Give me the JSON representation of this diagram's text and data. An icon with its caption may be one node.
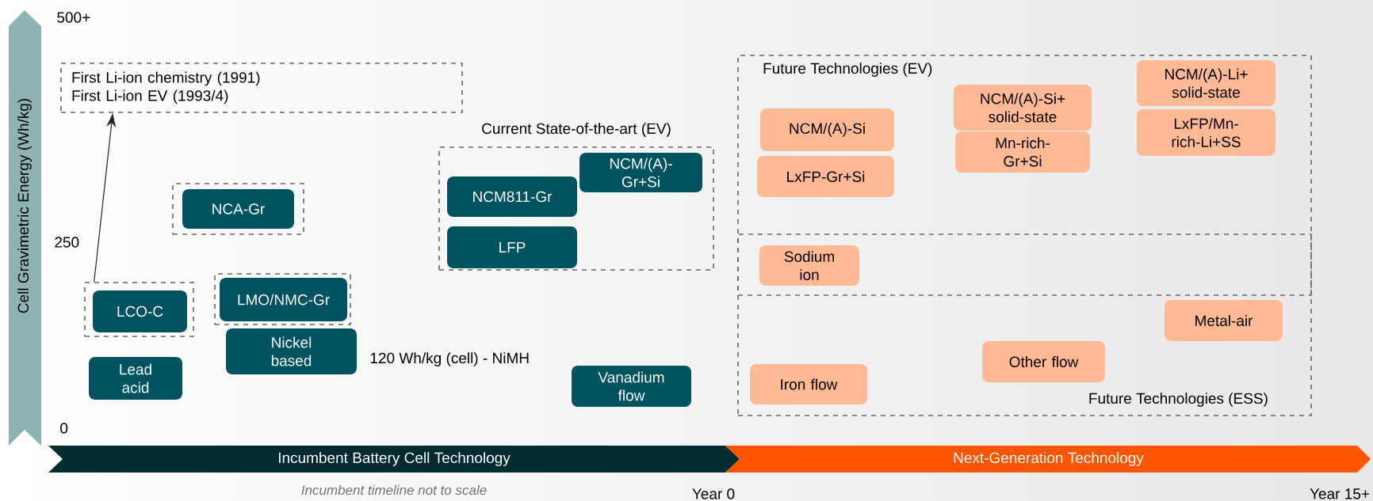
{
  "diagram": {
    "nodes": [
      {
        "text": [
          "First Li-ion chemistry (1991)",
          "First Li-ion EV (1993/4)"
        ]
      },
      {
        "text": [],
        "shape": "box"
      },
      {
        "text": [
          "NCA-Gr"
        ],
        "in": 1
      },
      {
        "text": [
          "Current State-of-the-art (EV)"
        ]
      },
      {
        "text": [
          "NCM811-Gr"
        ],
        "in": 3
      },
      {
        "text": [
          "NCM/(A)-Gr+Si"
        ],
        "in": 3
      },
      {
        "text": [
          "LFP"
        ],
        "in": 3
      },
      {
        "text": [],
        "shape": "box"
      },
      {
        "text": [
          "LCO-C"
        ],
        "in": 7
      },
      {
        "text": [],
        "shape": "box"
      },
      {
        "text": [
          "LMO/NMC-Gr"
        ],
        "in": 9
      },
      {
        "text": [
          "Lead acid"
        ]
      },
      {
        "text": [
          "Nickel based"
        ]
      },
      {
        "text": [
          "Vanadium flow"
        ]
      },
      {
        "text": [
          "Future Technologies (EV)"
        ]
      },
      {
        "text": [
          "NCM/(A)-Si"
        ],
        "in": 14
      },
      {
        "text": [
          "LxFP-Gr+Si"
        ],
        "in": 14
      },
      {
        "text": [
          "NCM/(A)-Si+ solid-state"
        ],
        "in": 14
      },
      {
        "text": [
          "Mn-rich-Gr+Si"
        ],
        "in": 14
      },
      {
        "text": [
          "NCM/(A)-Li+ solid-state"
        ],
        "in": 14
      },
      {
        "text": [
          "LxFP/Mn-rich-Li+SS"
        ],
        "in": 14
      },
      {
        "text": [
          "Future Technologies (ESS)"
        ]
      },
      {
        "text": [
          "Sodium ion"
        ]
      },
      {
        "text": [
          "Metal-air"
        ],
        "in": 21
      },
      {
        "text": [
          "Other flow"
        ],
        "in": 21
      },
      {
        "text": [
          "Iron flow"
        ],
        "in": 21
      },
      {
        "text": [
          "Incumbent Battery Cell Technology"
        ],
        "beside": [
          "Incumbent timeline not to scale"
        ]
      },
      {
        "text": [
          "Next-Generation Technology"
        ]
      }
    ],
    "edges": [
      {
        "from": 7,
        "to": 0,
        "arrow": "to"
      }
    ],
    "labels": [
      "500+",
      "Cell Gravimetric Energy (Wh/kg)",
      "250",
      "120 Wh/kg (cell) - NiMH",
      "0",
      "Year 0",
      "Year 15+"
    ]
  }
}
